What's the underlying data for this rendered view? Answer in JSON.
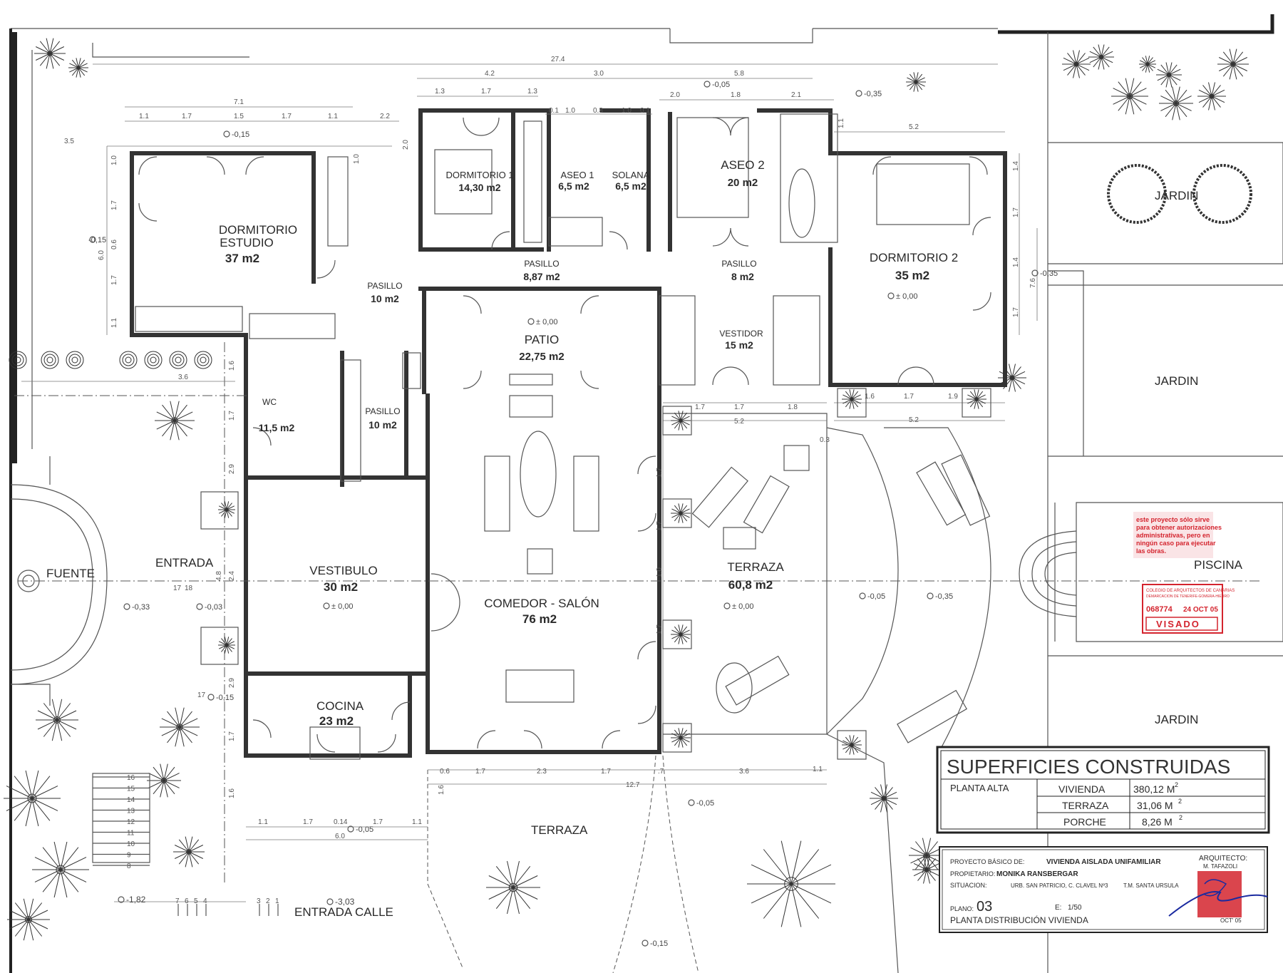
{
  "rooms": {
    "dormitorio_estudio": {
      "name1": "DORMITORIO",
      "name2": "ESTUDIO",
      "area": "37 m2"
    },
    "dormitorio_1": {
      "name": "DORMITORIO 1",
      "area": "14,30 m2"
    },
    "aseo_1": {
      "name": "ASEO 1",
      "area": "6,5  m2"
    },
    "solana": {
      "name": "SOLANA",
      "area": "6,5  m2"
    },
    "aseo_2": {
      "name": "ASEO 2",
      "area": "20  m2"
    },
    "dormitorio_2": {
      "name": "DORMITORIO 2",
      "area": "35  m2"
    },
    "pasillo_a": {
      "name": "PASILLO",
      "area": "8,87 m2"
    },
    "pasillo_b": {
      "name": "PASILLO",
      "area": "8  m2"
    },
    "pasillo_c": {
      "name": "PASILLO",
      "area": "10 m2"
    },
    "pasillo_d": {
      "name": "PASILLO",
      "area": "10 m2"
    },
    "patio": {
      "name": "PATIO",
      "area": "22,75 m2"
    },
    "vestidor": {
      "name": "VESTIDOR",
      "area": "15  m2"
    },
    "wc": {
      "name": "WC",
      "area": "11,5 m2"
    },
    "vestibulo": {
      "name": "VESTIBULO",
      "area": "30 m2"
    },
    "comedor": {
      "name": "COMEDOR - SALÓN",
      "area": "76 m2"
    },
    "terraza_main": {
      "name": "TERRAZA",
      "area": "60,8 m2"
    },
    "cocina": {
      "name": "COCINA",
      "area": "23 m2"
    }
  },
  "outdoor": {
    "jardin1": "JARDIN",
    "jardin2": "JARDIN",
    "jardin3": "JARDIN",
    "piscina": "PISCINA",
    "fuente": "FUENTE",
    "entrada": "ENTRADA",
    "terraza_south": "TERRAZA",
    "entrada_calle": "ENTRADA CALLE"
  },
  "levels": {
    "l1": "-0,15",
    "l2": "-0,05",
    "l3": "-0,35",
    "l4": "-0,15",
    "l5": "-0,35",
    "l6": "± 0,00",
    "l7": "± 0,00",
    "l8": "-0,33",
    "l9": "-0,03",
    "l10": "± 0,00",
    "l11": "± 0,00",
    "l12": "-0,05",
    "l13": "-0,35",
    "l14": "-0,15",
    "l15": "-0,05",
    "l16": "-0,05",
    "l17": "-3,03",
    "l18": "-1,82",
    "l19": "-0,15"
  },
  "dims_top": {
    "d27_4": "27.4",
    "d4_2": "4.2",
    "d3_0": "3.0",
    "d5_8": "5.8",
    "d1_3a": "1.3",
    "d1_7a": "1.7",
    "d1_3b": "1.3",
    "d2_0a": "2.0",
    "d1_8": "1.8",
    "d2_1": "2.1",
    "d7_1": "7.1",
    "d0_1a": "0.1",
    "d1_0a": "1.0",
    "d0_8": "0.8",
    "d1_0b": "1.0",
    "d0_1b": "0.1",
    "d1_1a": "1.1",
    "d1_7b": "1.7",
    "d1_5": "1.5",
    "d1_7c": "1.7",
    "d1_1b": "1.1",
    "d2_2": "2.2",
    "d3_5": "3.5",
    "d5_2a": "5.2",
    "d1_1c": "1.1",
    "d2_0b": "2.0",
    "d1_0c": "1.0"
  },
  "dims_side": {
    "l1_0": "1.0",
    "l1_7a": "1.7",
    "l6_0": "6.0",
    "l0_6": "0.6",
    "l1_7b": "1.7",
    "l1_1": "1.1",
    "r1_4a": "1.4",
    "r1_7a": "1.7",
    "r7_6": "7.6",
    "r1_4b": "1.4",
    "r1_7b": "1.7"
  },
  "dims_mid": {
    "m3_6": "3.6",
    "m1_6": "1.6",
    "m1_7a": "1.7",
    "m2_9a": "2.9",
    "m4_8": "4.8",
    "m2_4": "2.4",
    "m2_9b": "2.9",
    "m1_7b": "1.7",
    "m1_6b": "1.6",
    "t1_7a": "1.7",
    "t1_7b": "1.7",
    "t1_8": "1.8",
    "t5_2b": "5.2",
    "t1_6": "1.6",
    "t1_7c": "1.7",
    "t1_9": "1.9",
    "t5_2c": "5.2",
    "t0_3": "0.3",
    "v1_7a": "1.7",
    "v1_7b": "1.7",
    "v1_0": "1.0",
    "v1_7c": "1.7",
    "n17a": "17",
    "n18": "18",
    "n17b": "17"
  },
  "dims_bottom": {
    "b0_6": "0.6",
    "b1_7a": "1.7",
    "b2_3": "2.3",
    "b1_7b": "1.7",
    "b0_7": ".7",
    "b3_6": "3.6",
    "b1_1": "1.1",
    "b12_7": "12.7",
    "b1_6": "1.6",
    "c1_1a": "1.1",
    "c1_7a": "1.7",
    "c0_14": "0.14",
    "c1_7b": "1.7",
    "c1_1b": "1.1",
    "c6_0": "6.0"
  },
  "stairs": [
    "16",
    "15",
    "14",
    "13",
    "12",
    "11",
    "10",
    "9",
    "8"
  ],
  "stairs_low": [
    "7",
    "6",
    "5",
    "4",
    "3",
    "2",
    "1"
  ],
  "surfaces": {
    "title": "SUPERFICIES CONSTRUIDAS",
    "floor": "PLANTA ALTA",
    "rows": [
      {
        "label": "VIVIENDA",
        "value": "380,12 M",
        "sup": "2"
      },
      {
        "label": "TERRAZA",
        "value": "31,06 M",
        "sup": "2"
      },
      {
        "label": "PORCHE",
        "value": "8,26 M",
        "sup": "2"
      }
    ]
  },
  "titleblock": {
    "proyecto_label": "PROYECTO BÁSICO DE:",
    "proyecto": "VIVIENDA AISLADA UNIFAMILIAR",
    "propietario_label": "PROPIETARIO:",
    "propietario": "MONIKA RANSBERGAR",
    "situacion_label": "SITUACION:",
    "situacion": "URB. SAN PATRICIO, C. CLAVEL Nº3",
    "municipio": "T.M. SANTA URSULA",
    "arquitecto_label": "ARQUITECTO:",
    "arquitecto": "M. TAFAZOLI",
    "plano_label": "PLANO:",
    "plano": "03",
    "escala_label": "E:",
    "escala": "1/50",
    "plano_title": "PLANTA DISTRIBUCIÓN VIVIENDA",
    "fecha": "OCT' 05"
  },
  "stamp": {
    "line1": "este proyecto sólo sirve",
    "line2": "para obtener autorizaciones",
    "line3": "administrativas, pero en",
    "line4": "ningún caso para ejecutar",
    "line5": "las obras.",
    "colegio": "COLEGIO DE ARQUITECTOS DE CANARIAS",
    "demarcacion": "DEMARCACION DE TENERIFE-GOMERA-HIERRO",
    "numero": "068774",
    "fecha": "24 OCT 05",
    "visado": "VISADO"
  },
  "colors": {
    "ink": "#333333",
    "stamp": "#d4242e"
  }
}
